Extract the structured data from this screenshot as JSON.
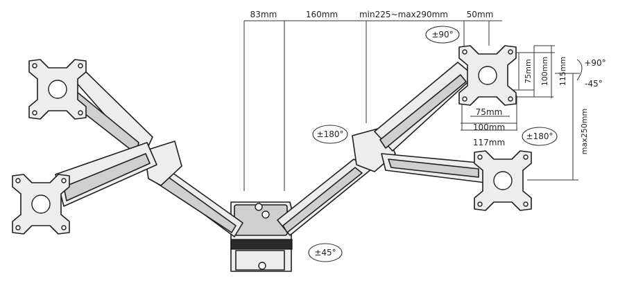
{
  "labels": {
    "d83": "83mm",
    "d160": "160mm",
    "d_range": "min225~max290mm",
    "d50": "50mm",
    "d75h": "75mm",
    "d100h": "100mm",
    "d117": "117mm",
    "d75v": "75mm",
    "d100v": "100mm",
    "d115": "115mm",
    "dmax250": "max250mm",
    "tilt_up": "+90°",
    "tilt_down": "-45°"
  },
  "rotations": {
    "r90": "±90°",
    "r180_left": "±180°",
    "r180_right": "±180°",
    "r45": "±45°"
  }
}
